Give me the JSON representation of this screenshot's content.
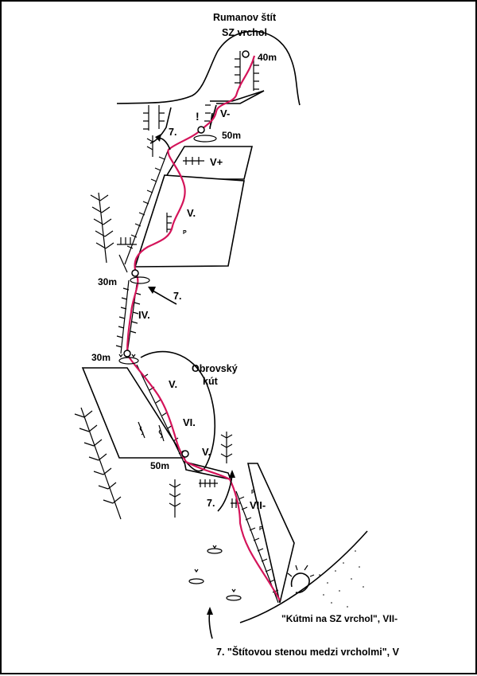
{
  "peak": {
    "line1": "Rumanov štít",
    "line2": "SZ vrchol"
  },
  "cirque": {
    "line1": "Obrovský",
    "line2": "kút"
  },
  "grades": {
    "top": "V-",
    "vplus": "V+",
    "v_upper": "V.",
    "iv": "IV.",
    "v_mid": "V.",
    "vi": "VI.",
    "v_low": "V.",
    "vii": "VII-"
  },
  "pitches": {
    "p40": "40m",
    "p50_top": "50m",
    "p30_upper": "30m",
    "p30_lower": "30m",
    "p50_low": "50m"
  },
  "markers": {
    "caution": "!",
    "route7_top": "7.",
    "route7_mid": "7.",
    "route7_low": "7.",
    "piton": "P"
  },
  "routes": {
    "main": "\"Kútmi na SZ vrchol\", VII-",
    "route7": "7. \"Štítovou stenou medzi vrcholmi\", V"
  },
  "colors": {
    "route_line": "#d4145a",
    "ink": "#000000"
  }
}
